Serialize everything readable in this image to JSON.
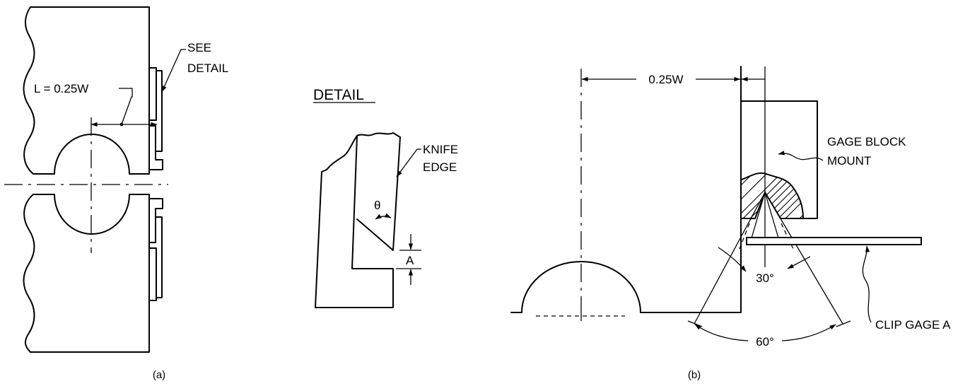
{
  "figure_a": {
    "caption": "(a)",
    "label_length": "L = 0.25W",
    "label_see": "SEE",
    "label_detail": "DETAIL"
  },
  "detail": {
    "title": "DETAIL",
    "label_knife": "KNIFE",
    "label_edge": "EDGE",
    "label_theta": "θ",
    "label_a": "A"
  },
  "figure_b": {
    "caption": "(b)",
    "label_dim": "0.25W",
    "label_gage_1": "GAGE BLOCK",
    "label_gage_2": "MOUNT",
    "label_30": "30°",
    "label_60": "60°",
    "label_clip": "CLIP GAGE A"
  }
}
